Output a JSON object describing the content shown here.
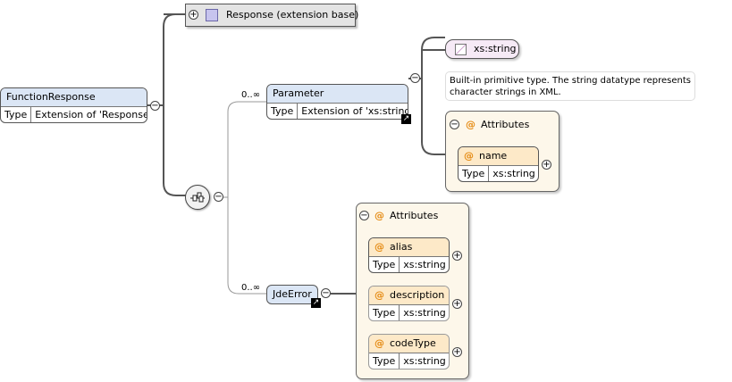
{
  "root": {
    "name": "FunctionResponse",
    "type_key": "Type",
    "type_value": "Extension of 'Response'"
  },
  "base": {
    "label": "Response (extension base)"
  },
  "parameter": {
    "multiplicity": "0..∞",
    "name": "Parameter",
    "type_key": "Type",
    "type_value": "Extension of 'xs:string'"
  },
  "xs_string": {
    "name": "xs:string",
    "doc": [
      "Built-in primitive type. The string datatype represents",
      "character strings in XML."
    ]
  },
  "param_attributes": {
    "title": "Attributes",
    "items": [
      {
        "name": "name",
        "type_key": "Type",
        "type_value": "xs:string"
      }
    ]
  },
  "jdeerror": {
    "multiplicity": "0..∞",
    "name": "JdeError"
  },
  "jde_attributes": {
    "title": "Attributes",
    "items": [
      {
        "name": "alias",
        "type_key": "Type",
        "type_value": "xs:string"
      },
      {
        "name": "description",
        "type_key": "Type",
        "type_value": "xs:string"
      },
      {
        "name": "codeType",
        "type_key": "Type",
        "type_value": "xs:string"
      }
    ]
  },
  "colors": {
    "element_header": "#dbe6f5",
    "attribute_header": "#fde9c8",
    "group_bg": "#fdf7ea",
    "simple_type_bg": "#f6eaf6"
  }
}
